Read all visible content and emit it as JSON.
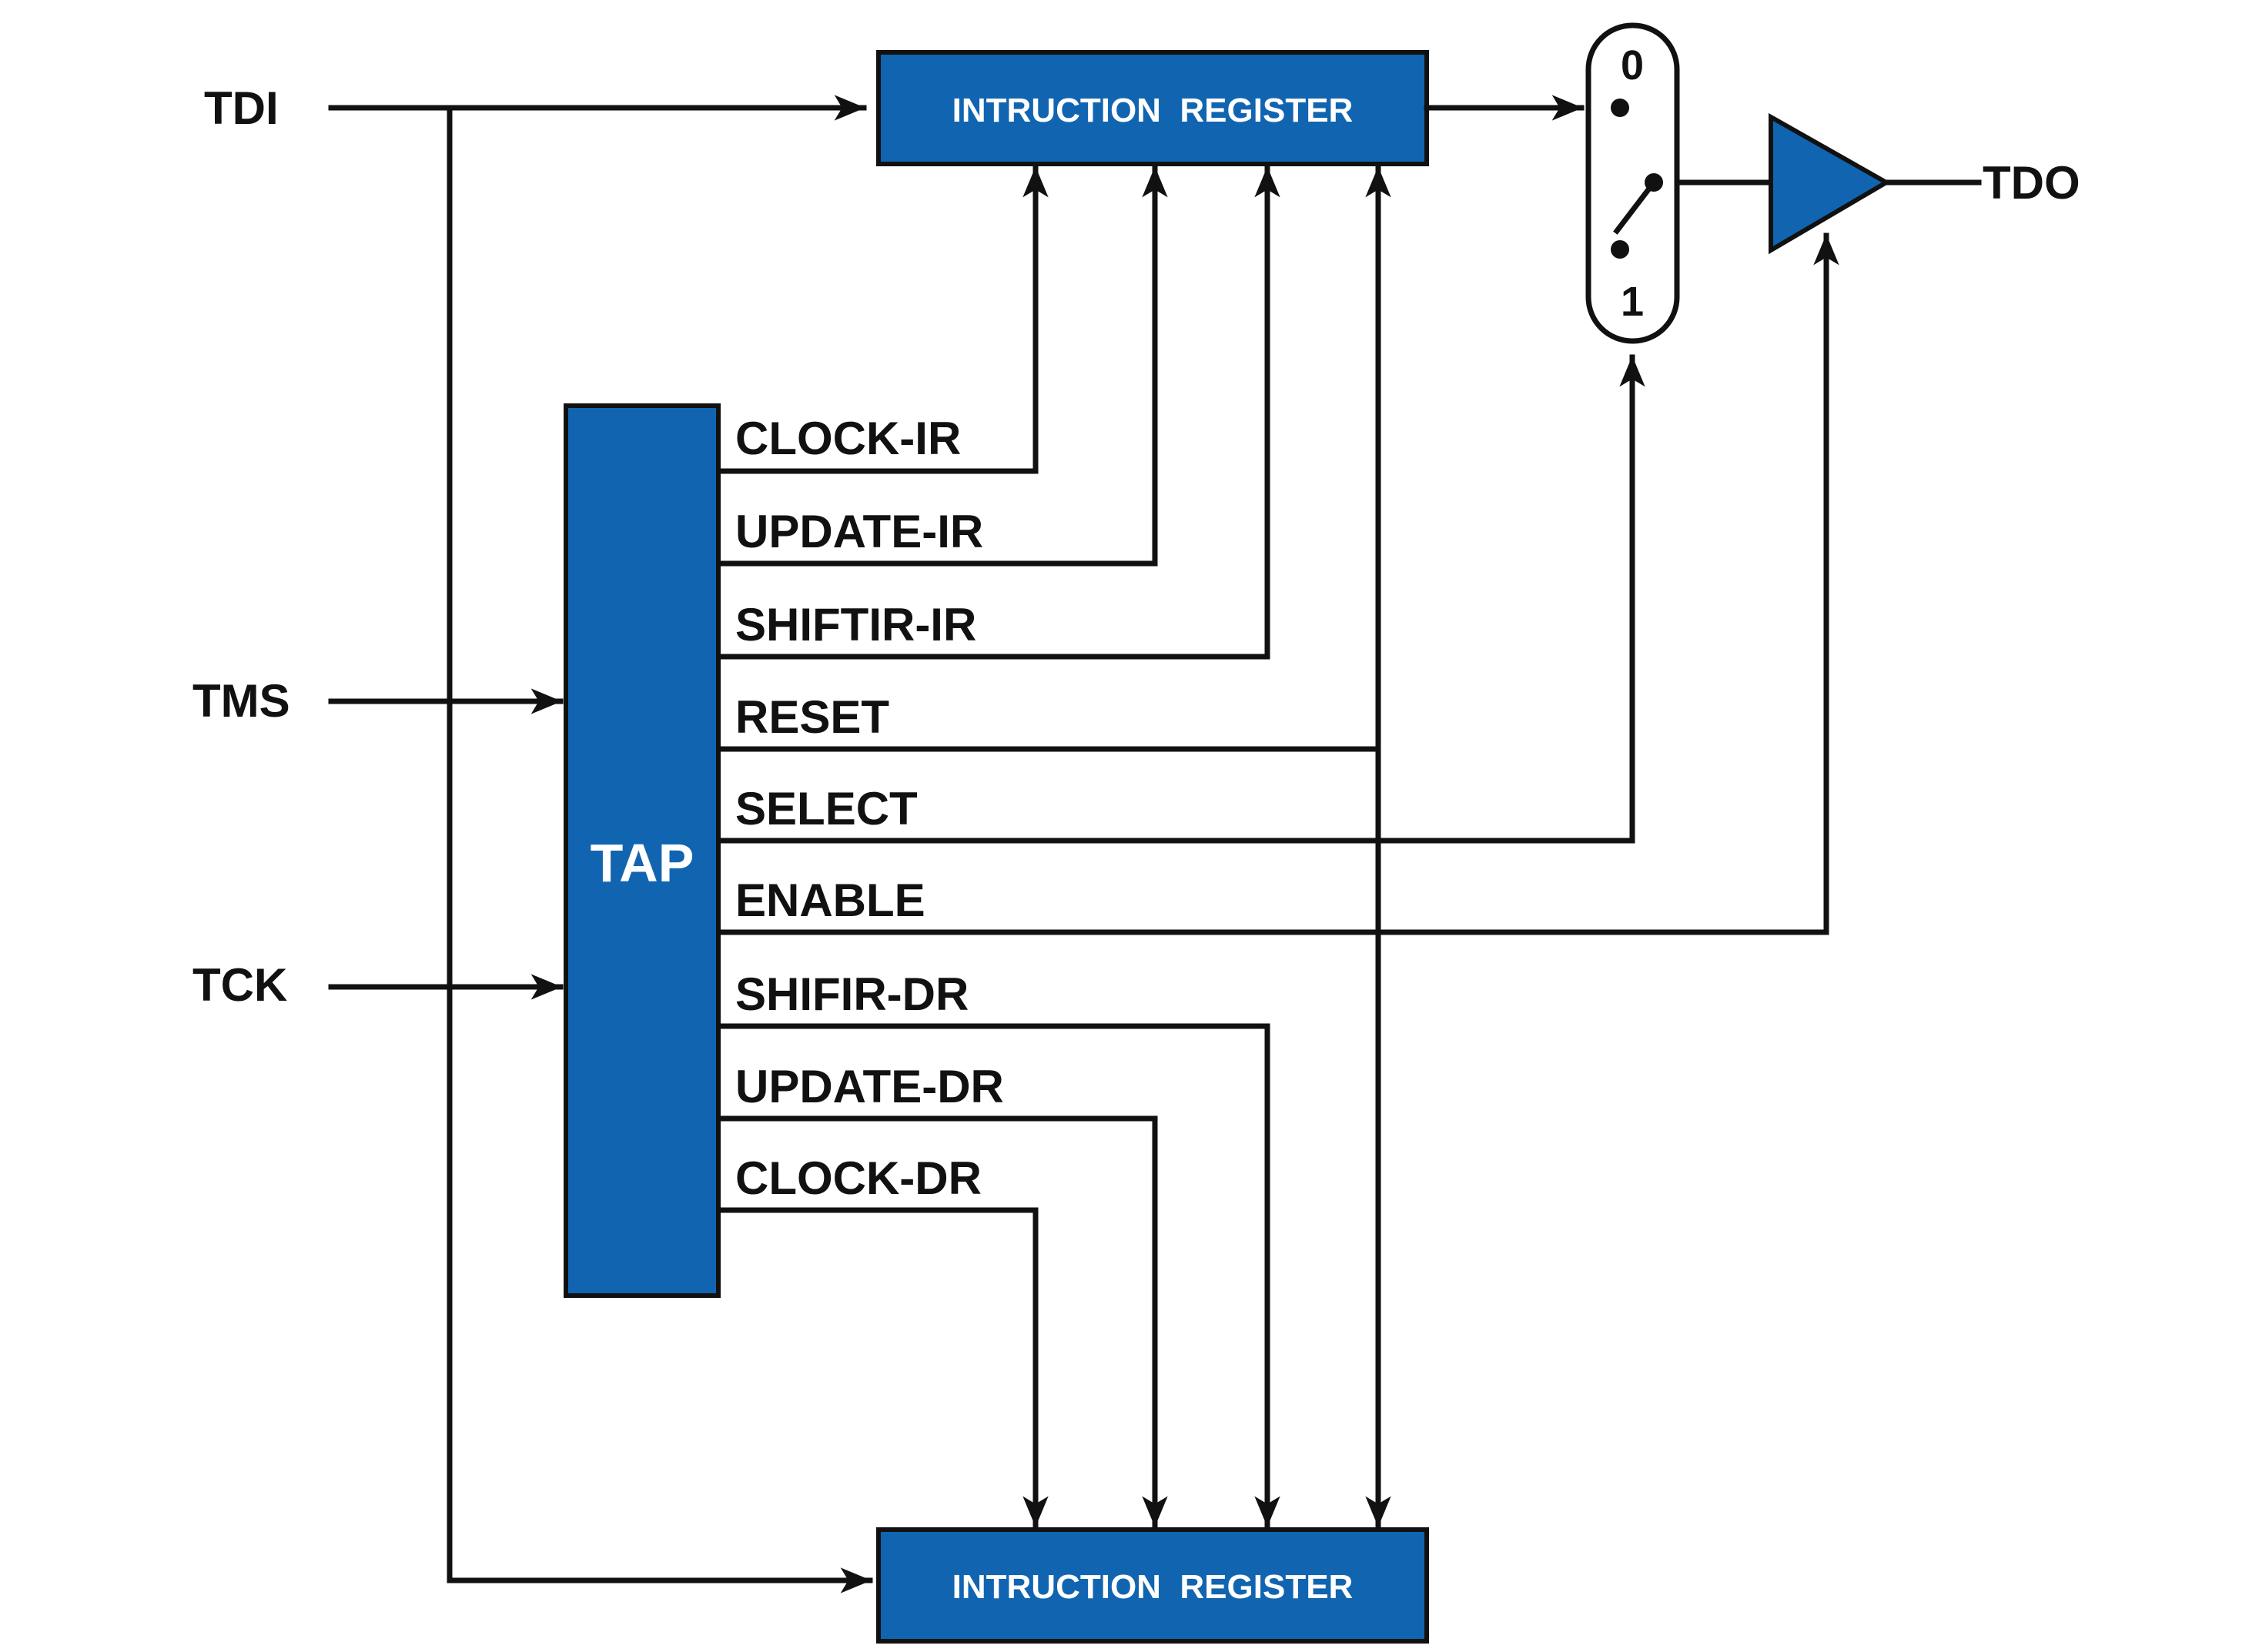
{
  "colors": {
    "block_fill": "#1165b0",
    "line": "#111111",
    "block_text": "#ffffff"
  },
  "inputs": {
    "tdi": "TDI",
    "tms": "TMS",
    "tck": "TCK"
  },
  "output": {
    "tdo": "TDO"
  },
  "tap": {
    "label": "TAP"
  },
  "registers": {
    "top_label": "INTRUCTION  REGISTER",
    "bottom_label": "INTRUCTION  REGISTER"
  },
  "mux": {
    "input_0": "0",
    "input_1": "1"
  },
  "signals": [
    "CLOCK-IR",
    "UPDATE-IR",
    "SHIFTIR-IR",
    "RESET",
    "SELECT",
    "ENABLE",
    "SHIFIR-DR",
    "UPDATE-DR",
    "CLOCK-DR"
  ]
}
